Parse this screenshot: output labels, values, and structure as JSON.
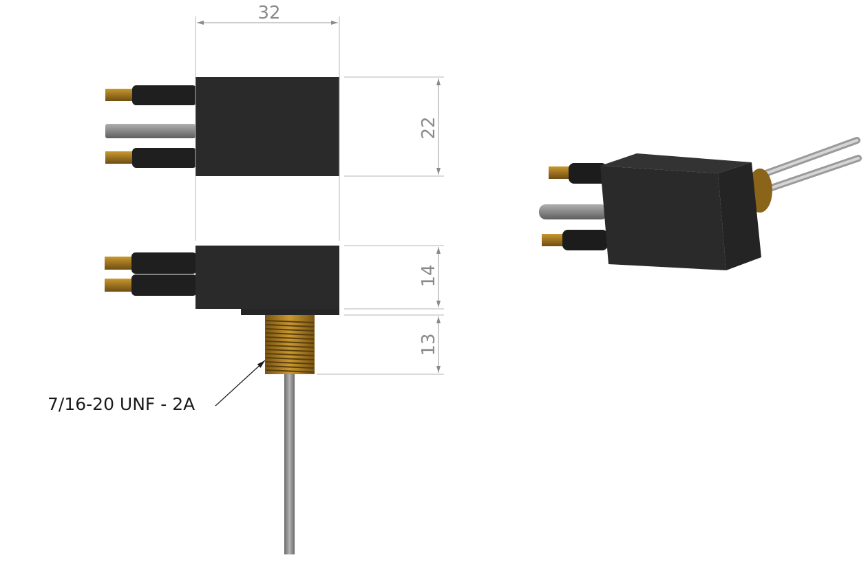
{
  "dimensions": {
    "width": "32",
    "height_top": "22",
    "height_side": "14",
    "thread_length": "13"
  },
  "callout": {
    "thread_spec": "7/16-20 UNF - 2A"
  },
  "colors": {
    "body": "#2a2a2a",
    "sleeve": "#1c1c1c",
    "brass": "#a67820",
    "brass_light": "#c9982f",
    "wire_gray": "#8c8c8c",
    "dim_line": "#9a9a9a"
  }
}
